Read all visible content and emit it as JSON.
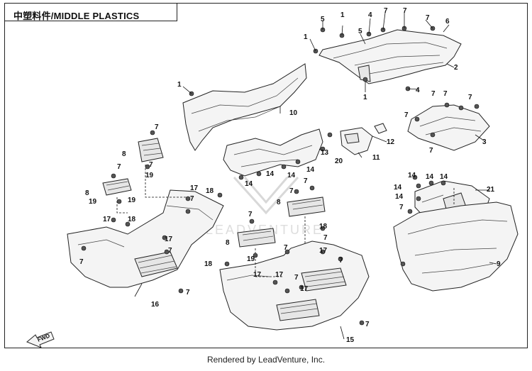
{
  "title": "中塑料件/MIDDLE PLASTICS",
  "footer": "Rendered by LeadVenture, Inc.",
  "watermark": "LEADVENTURE",
  "fwd_label": "FWD",
  "callouts": [
    "1",
    "2",
    "3",
    "4",
    "5",
    "6",
    "7",
    "8",
    "9",
    "10",
    "11",
    "12",
    "13",
    "14",
    "15",
    "16",
    "17",
    "18",
    "19",
    "20",
    "21"
  ]
}
